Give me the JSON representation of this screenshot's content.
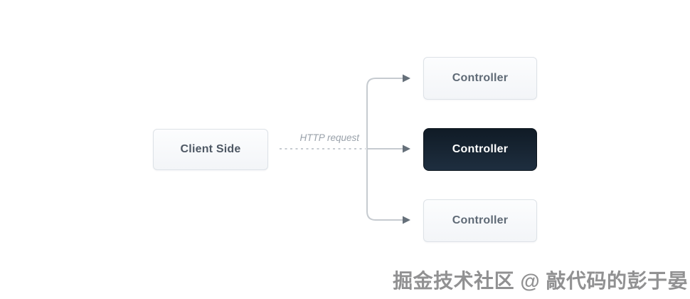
{
  "diagram": {
    "client_box": {
      "label": "Client Side"
    },
    "edge_label": "HTTP request",
    "controllers": [
      {
        "label": "Controller",
        "variant": "light"
      },
      {
        "label": "Controller",
        "variant": "dark"
      },
      {
        "label": "Controller",
        "variant": "light"
      }
    ],
    "watermark": "掘金技术社区 @ 敲代码的彭于晏",
    "colors": {
      "connector_line": "#c6cbd0",
      "arrowhead": "#66707a",
      "light_box_border": "#dde2e7",
      "light_box_bg_top": "#fcfdfe",
      "light_box_bg_bottom": "#f3f5f8",
      "dark_box_bg_top": "#101b26",
      "dark_box_bg_bottom": "#1e2e3f",
      "client_text": "#4e5864",
      "light_controller_text": "#5f6a76",
      "dark_controller_text": "#ffffff",
      "edge_label_text": "#99a1aa",
      "watermark_text": "#919192",
      "background": "#ffffff"
    }
  }
}
